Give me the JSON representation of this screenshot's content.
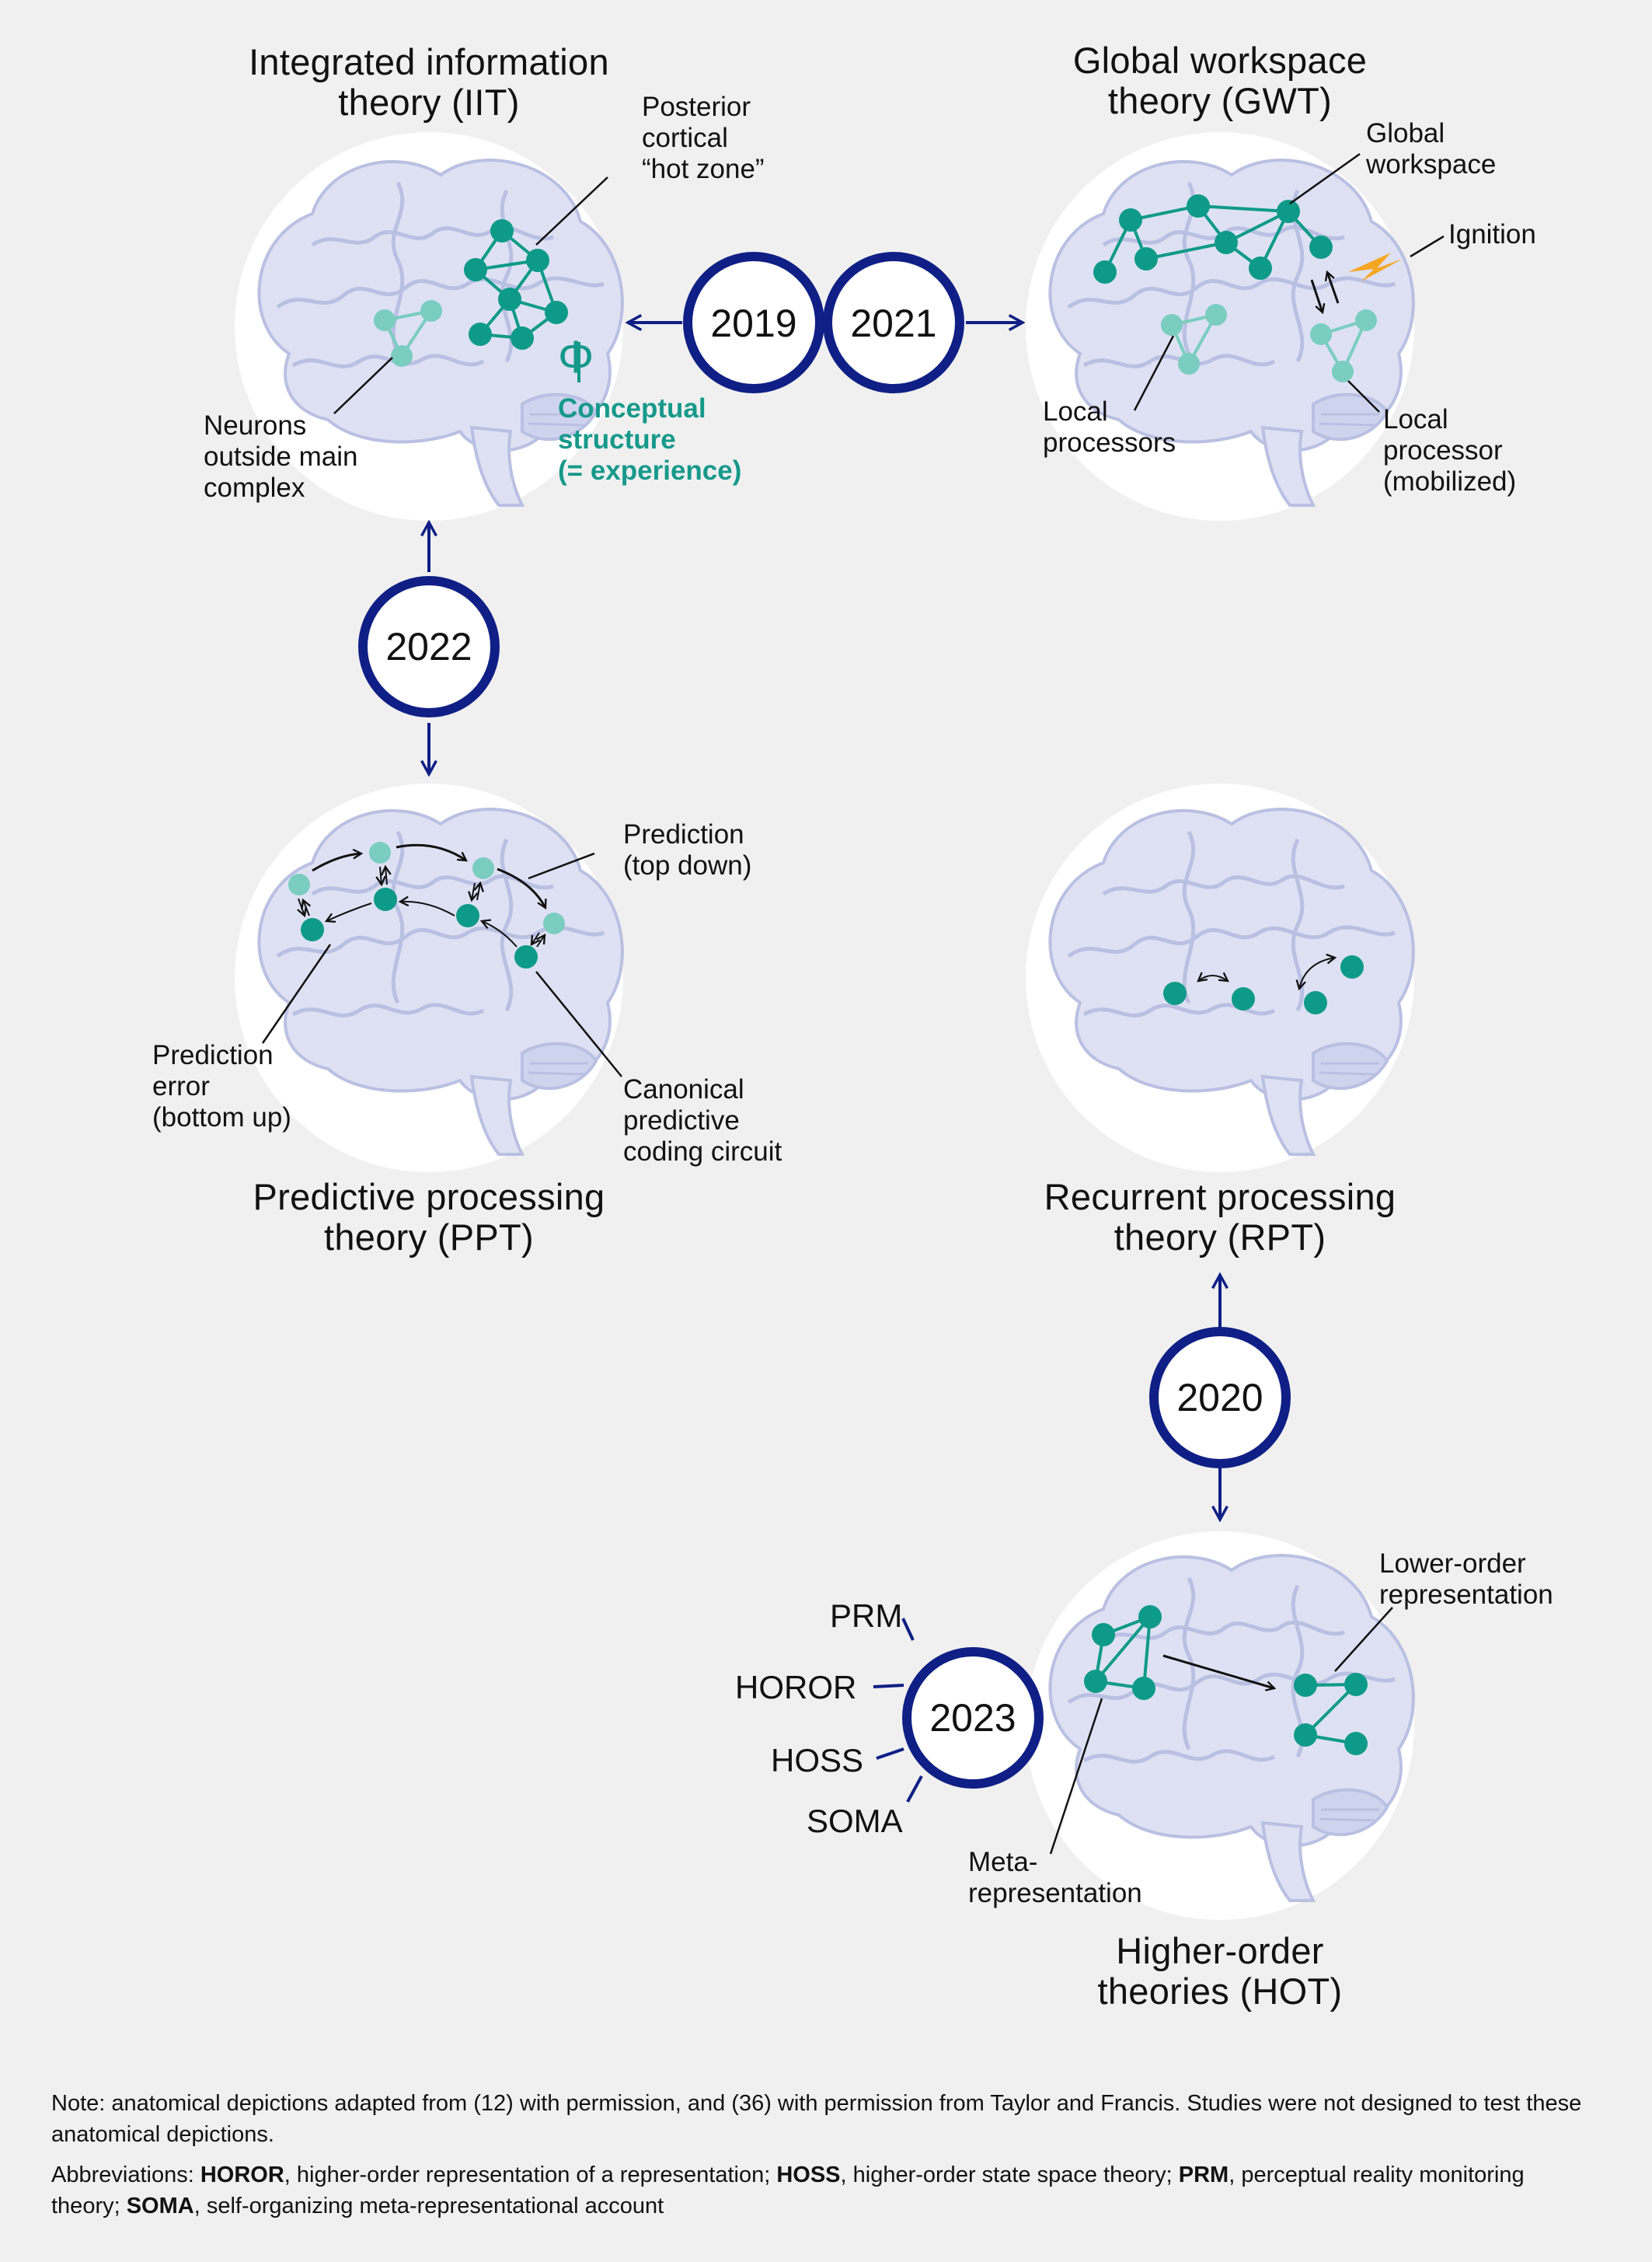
{
  "theories": {
    "iit": {
      "title": "Integrated information\ntheory (IIT)",
      "labels": {
        "hot_zone": "Posterior\ncortical\n“hot zone”",
        "neurons_outside": "Neurons\noutside main\ncomplex",
        "phi_symbol": "Φ",
        "conceptual": "Conceptual\nstructure\n(= experience)"
      }
    },
    "gwt": {
      "title": "Global workspace\ntheory (GWT)",
      "labels": {
        "workspace": "Global\nworkspace",
        "ignition": "Ignition",
        "local_processors": "Local\nprocessors",
        "local_processor_mobilized": "Local\nprocessor\n(mobilized)"
      }
    },
    "ppt": {
      "title": "Predictive processing\ntheory (PPT)",
      "labels": {
        "prediction": "Prediction\n(top down)",
        "prediction_error": "Prediction\nerror\n(bottom up)",
        "canonical": "Canonical\npredictive\ncoding circuit"
      }
    },
    "rpt": {
      "title": "Recurrent processing\ntheory (RPT)"
    },
    "hot": {
      "title": "Higher-order\ntheories (HOT)",
      "labels": {
        "lower_order": "Lower-order\nrepresentation",
        "meta": "Meta-\nrepresentation"
      },
      "variants": [
        "PRM",
        "HOROR",
        "HOSS",
        "SOMA"
      ]
    }
  },
  "years": {
    "y2019": "2019",
    "y2021": "2021",
    "y2022": "2022",
    "y2020": "2020",
    "y2023": "2023"
  },
  "footer": {
    "note": "Note: anatomical depictions adapted from (12) with permission, and (36) with permission from Taylor and Francis. Studies were not designed to test these anatomical depictions.",
    "abbr_prefix": "Abbreviations: ",
    "abbreviations": [
      {
        "term": "HOROR",
        "definition": ", higher-order representation of a representation; "
      },
      {
        "term": "HOSS",
        "definition": ", higher-order state space theory; "
      },
      {
        "term": "PRM",
        "definition": ", perceptual reality monitoring theory; "
      },
      {
        "term": "SOMA",
        "definition": ", self-organizing meta-representational account"
      }
    ]
  },
  "colors": {
    "background": "#f0f0f0",
    "circle": "#ffffff",
    "brain": "#dde1f3",
    "brain_outline": "#b9c0e2",
    "node_dark": "#0e9a88",
    "node_light": "#7acdbf",
    "navy": "#0f1f85",
    "ignition": "#f6a623"
  }
}
